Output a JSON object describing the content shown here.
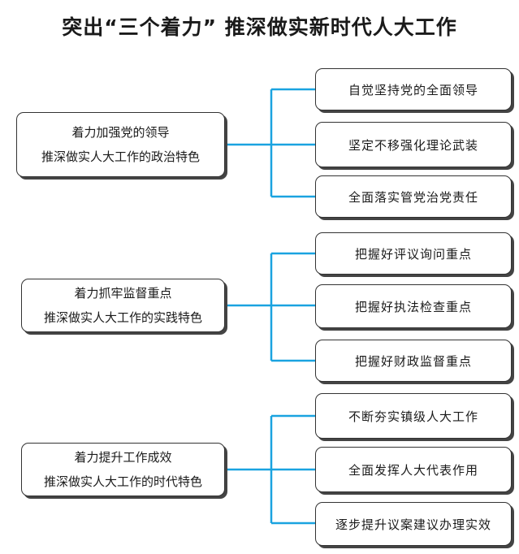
{
  "title": "突出“三个着力” 推深做实新时代人大工作",
  "colors": {
    "connector": "#1aa3e0",
    "border": "#333333"
  },
  "groups": [
    {
      "main": [
        "着力加强党的领导",
        "推深做实人大工作的政治特色"
      ],
      "subs": [
        "自觉坚持党的全面领导",
        "坚定不移强化理论武装",
        "全面落实管党治党责任"
      ]
    },
    {
      "main": [
        "着力抓牢监督重点",
        "推深做实人大工作的实践特色"
      ],
      "subs": [
        "把握好评议询问重点",
        "把握好执法检查重点",
        "把握好财政监督重点"
      ]
    },
    {
      "main": [
        "着力提升工作成效",
        "推深做实人大工作的时代特色"
      ],
      "subs": [
        "不断夯实镇级人大工作",
        "全面发挥人大代表作用",
        "逐步提升议案建议办理实效"
      ]
    }
  ]
}
